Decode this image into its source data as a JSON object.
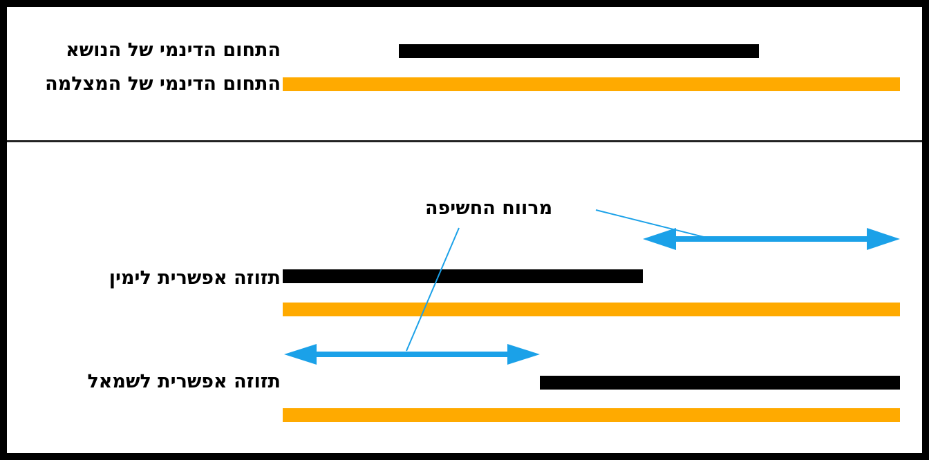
{
  "labels": {
    "subject_dynamic_range": "התחום הדינמי של הנושא",
    "camera_dynamic_range": "התחום הדינמי של המצלמה",
    "exposure_latitude": "מרווח החשיפה",
    "shift_right": "תזוזה אפשרית לימין",
    "shift_left": "תזוזה אפשרית לשמאל"
  },
  "colors": {
    "subject_bar": "#000000",
    "camera_bar": "#FFAA00",
    "arrow": "#1BA1E8",
    "background": "#ffffff",
    "border": "#000000"
  }
}
